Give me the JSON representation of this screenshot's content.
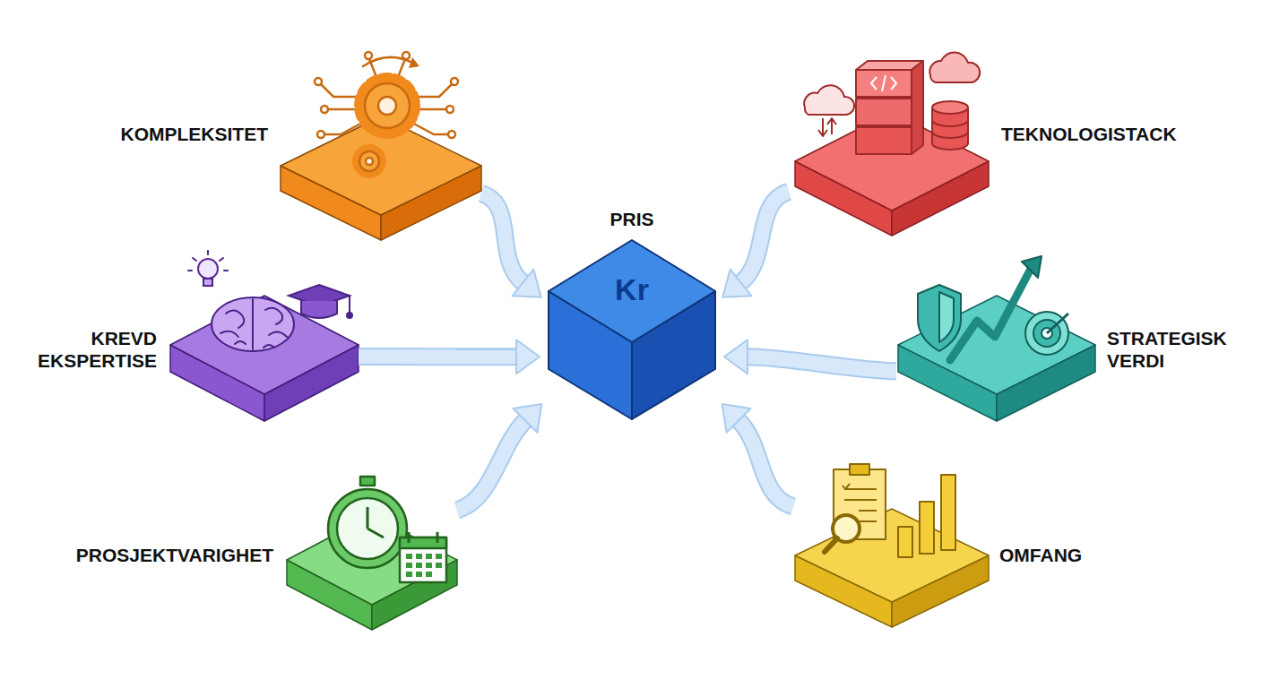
{
  "diagram": {
    "nodes": [
      {
        "text": [
          "KOMPLEKSITET"
        ]
      },
      {
        "text": [
          "PRIS",
          "Kr"
        ]
      },
      {
        "text": [
          "TEKNOLOGISTACK"
        ]
      },
      {
        "text": [
          "KREVD EKSPERTISE"
        ]
      },
      {
        "text": [
          "STRATEGISK VERDI"
        ]
      },
      {
        "text": [
          "PROSJEKTVARIGHET"
        ]
      },
      {
        "text": [
          "OMFANG"
        ]
      }
    ],
    "edges": [
      {
        "from": 0,
        "to": 1,
        "arrow": "to"
      },
      {
        "from": 2,
        "to": 1,
        "arrow": "to"
      },
      {
        "from": 3,
        "to": 1,
        "arrow": "to"
      },
      {
        "from": 4,
        "to": 1,
        "arrow": "to"
      },
      {
        "from": 5,
        "to": 1,
        "arrow": "to"
      },
      {
        "from": 6,
        "to": 1,
        "arrow": "to"
      }
    ]
  }
}
